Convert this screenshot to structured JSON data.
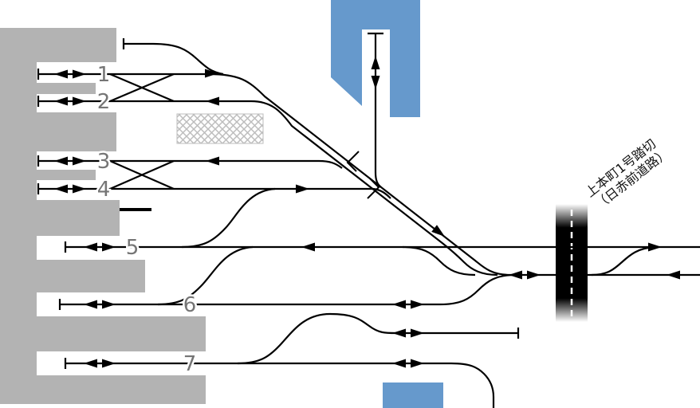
{
  "diagram": {
    "type": "railway-station-track-diagram",
    "platform_numbers": [
      "1",
      "2",
      "3",
      "4",
      "5",
      "6",
      "7"
    ],
    "crossing": {
      "label_line1": "上本町1号踏切",
      "label_line2": "（日赤前道路）"
    },
    "colors": {
      "platform_gray": "#b3b3b3",
      "other_line_blue": "#6699cc",
      "track_black": "#000000",
      "hatch_gray": "#bdbdbd",
      "number_gray": "#757575"
    }
  }
}
